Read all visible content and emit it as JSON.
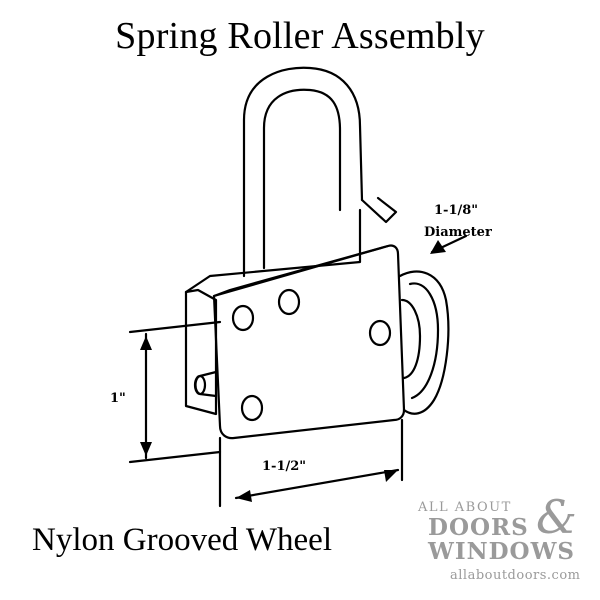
{
  "title": "Spring Roller Assembly",
  "caption": "Nylon Grooved Wheel",
  "dimensions": {
    "diameter_value": "1-1/8\"",
    "diameter_word": "Diameter",
    "height": "1\"",
    "width": "1-1/2\""
  },
  "logo": {
    "line1": "ALL ABOUT",
    "line2": "DOORS",
    "ampersand": "&",
    "line3": "WINDOWS",
    "url": "allaboutdoors.com",
    "color": "#9a9a9a"
  }
}
